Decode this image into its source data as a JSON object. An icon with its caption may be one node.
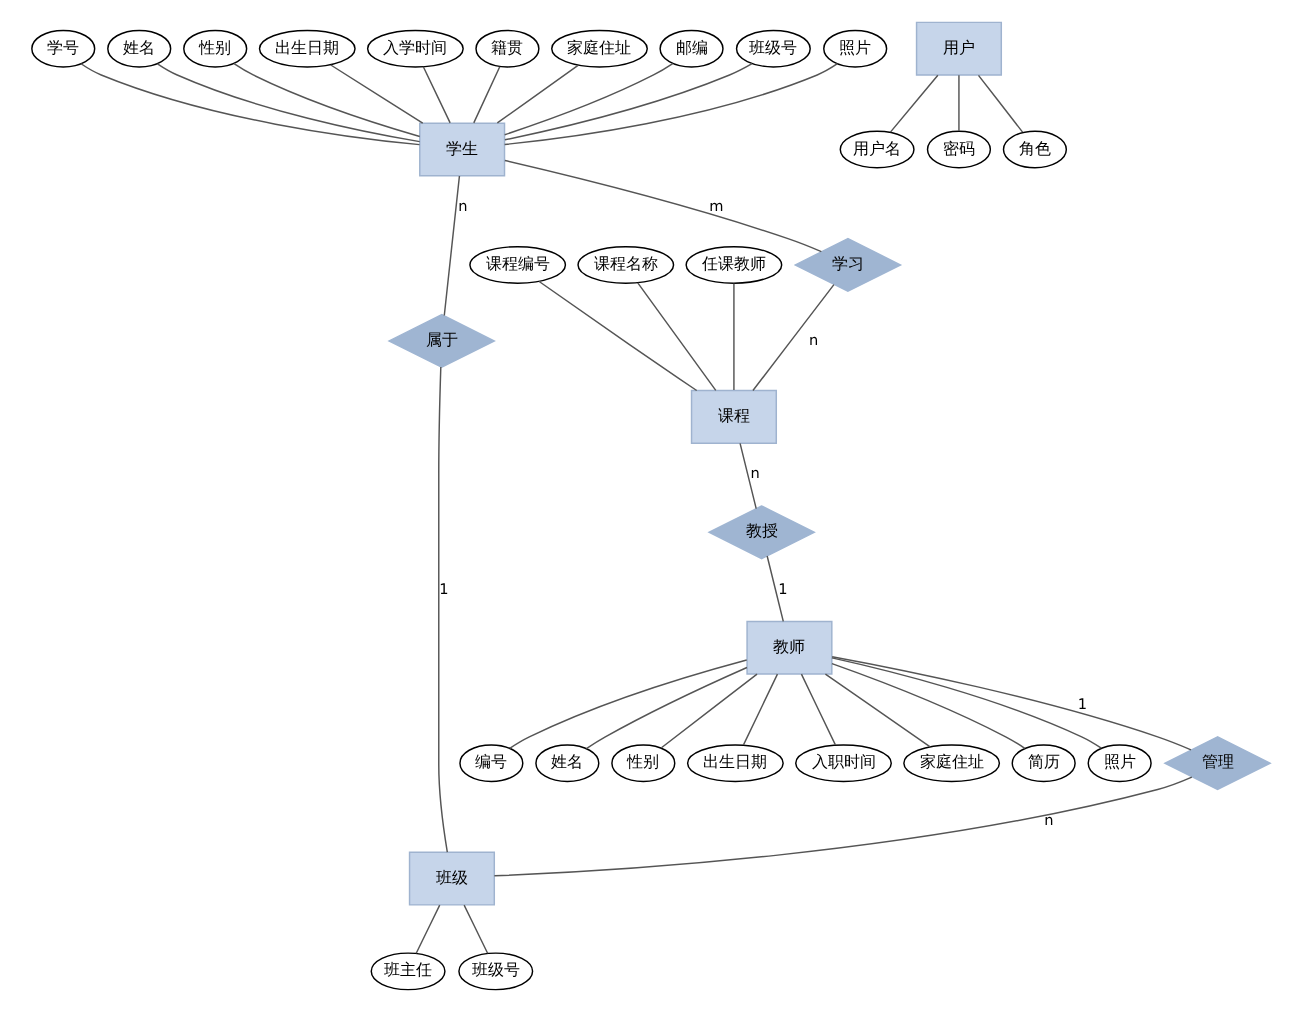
{
  "diagram": {
    "nodes": [
      {
        "text": [
          "学号"
        ]
      },
      {
        "text": [
          "姓名"
        ]
      },
      {
        "text": [
          "性别"
        ]
      },
      {
        "text": [
          "出生日期"
        ]
      },
      {
        "text": [
          "入学时间"
        ]
      },
      {
        "text": [
          "籍贯"
        ]
      },
      {
        "text": [
          "家庭住址"
        ]
      },
      {
        "text": [
          "邮编"
        ]
      },
      {
        "text": [
          "班级号"
        ]
      },
      {
        "text": [
          "照片"
        ]
      },
      {
        "text": [
          "学习"
        ]
      },
      {
        "text": [
          "学生"
        ]
      },
      {
        "text": [
          "属于"
        ]
      },
      {
        "text": [
          "课程编号"
        ]
      },
      {
        "text": [
          "课程名称"
        ]
      },
      {
        "text": [
          "任课教师"
        ]
      },
      {
        "text": [
          "课程"
        ]
      },
      {
        "text": [
          "班级"
        ]
      },
      {
        "text": [
          "班主任"
        ]
      },
      {
        "text": [
          "班级号"
        ]
      },
      {
        "text": [
          "教授"
        ]
      },
      {
        "text": [
          "教师"
        ]
      },
      {
        "text": [
          "管理"
        ]
      },
      {
        "text": [
          "编号"
        ]
      },
      {
        "text": [
          "姓名"
        ]
      },
      {
        "text": [
          "性别"
        ]
      },
      {
        "text": [
          "出生日期"
        ]
      },
      {
        "text": [
          "入职时间"
        ]
      },
      {
        "text": [
          "家庭住址"
        ]
      },
      {
        "text": [
          "简历"
        ]
      },
      {
        "text": [
          "照片"
        ]
      },
      {
        "text": [
          "用户"
        ]
      },
      {
        "text": [
          "用户名"
        ]
      },
      {
        "text": [
          "密码"
        ]
      },
      {
        "text": [
          "角色"
        ]
      }
    ],
    "edges": [
      {
        "from": 0,
        "to": 11,
        "arrow": "none"
      },
      {
        "from": 1,
        "to": 11,
        "arrow": "none"
      },
      {
        "from": 2,
        "to": 11,
        "arrow": "none"
      },
      {
        "from": 3,
        "to": 11,
        "arrow": "none"
      },
      {
        "from": 4,
        "to": 11,
        "arrow": "none"
      },
      {
        "from": 5,
        "to": 11,
        "arrow": "none"
      },
      {
        "from": 6,
        "to": 11,
        "arrow": "none"
      },
      {
        "from": 7,
        "to": 11,
        "arrow": "none"
      },
      {
        "from": 8,
        "to": 11,
        "arrow": "none"
      },
      {
        "from": 9,
        "to": 11,
        "arrow": "none"
      },
      {
        "from": 11,
        "to": 10,
        "arrow": "none",
        "label": "m"
      },
      {
        "from": 10,
        "to": 16,
        "arrow": "none",
        "label": "n"
      },
      {
        "from": 11,
        "to": 12,
        "arrow": "none",
        "label": "n"
      },
      {
        "from": 12,
        "to": 17,
        "arrow": "none",
        "label": "1"
      },
      {
        "from": 13,
        "to": 16,
        "arrow": "none"
      },
      {
        "from": 14,
        "to": 16,
        "arrow": "none"
      },
      {
        "from": 15,
        "to": 16,
        "arrow": "none"
      },
      {
        "from": 17,
        "to": 18,
        "arrow": "none"
      },
      {
        "from": 17,
        "to": 19,
        "arrow": "none"
      },
      {
        "from": 16,
        "to": 20,
        "arrow": "none",
        "label": "n"
      },
      {
        "from": 20,
        "to": 21,
        "arrow": "none",
        "label": "1"
      },
      {
        "from": 21,
        "to": 22,
        "arrow": "none",
        "label": "1"
      },
      {
        "from": 22,
        "to": 17,
        "arrow": "none",
        "label": "n"
      },
      {
        "from": 21,
        "to": 23,
        "arrow": "none"
      },
      {
        "from": 21,
        "to": 24,
        "arrow": "none"
      },
      {
        "from": 21,
        "to": 25,
        "arrow": "none"
      },
      {
        "from": 21,
        "to": 26,
        "arrow": "none"
      },
      {
        "from": 21,
        "to": 27,
        "arrow": "none"
      },
      {
        "from": 21,
        "to": 28,
        "arrow": "none"
      },
      {
        "from": 21,
        "to": 29,
        "arrow": "none"
      },
      {
        "from": 21,
        "to": 30,
        "arrow": "none"
      },
      {
        "from": 31,
        "to": 32,
        "arrow": "none"
      },
      {
        "from": 31,
        "to": 33,
        "arrow": "none"
      },
      {
        "from": 31,
        "to": 34,
        "arrow": "none"
      }
    ]
  }
}
